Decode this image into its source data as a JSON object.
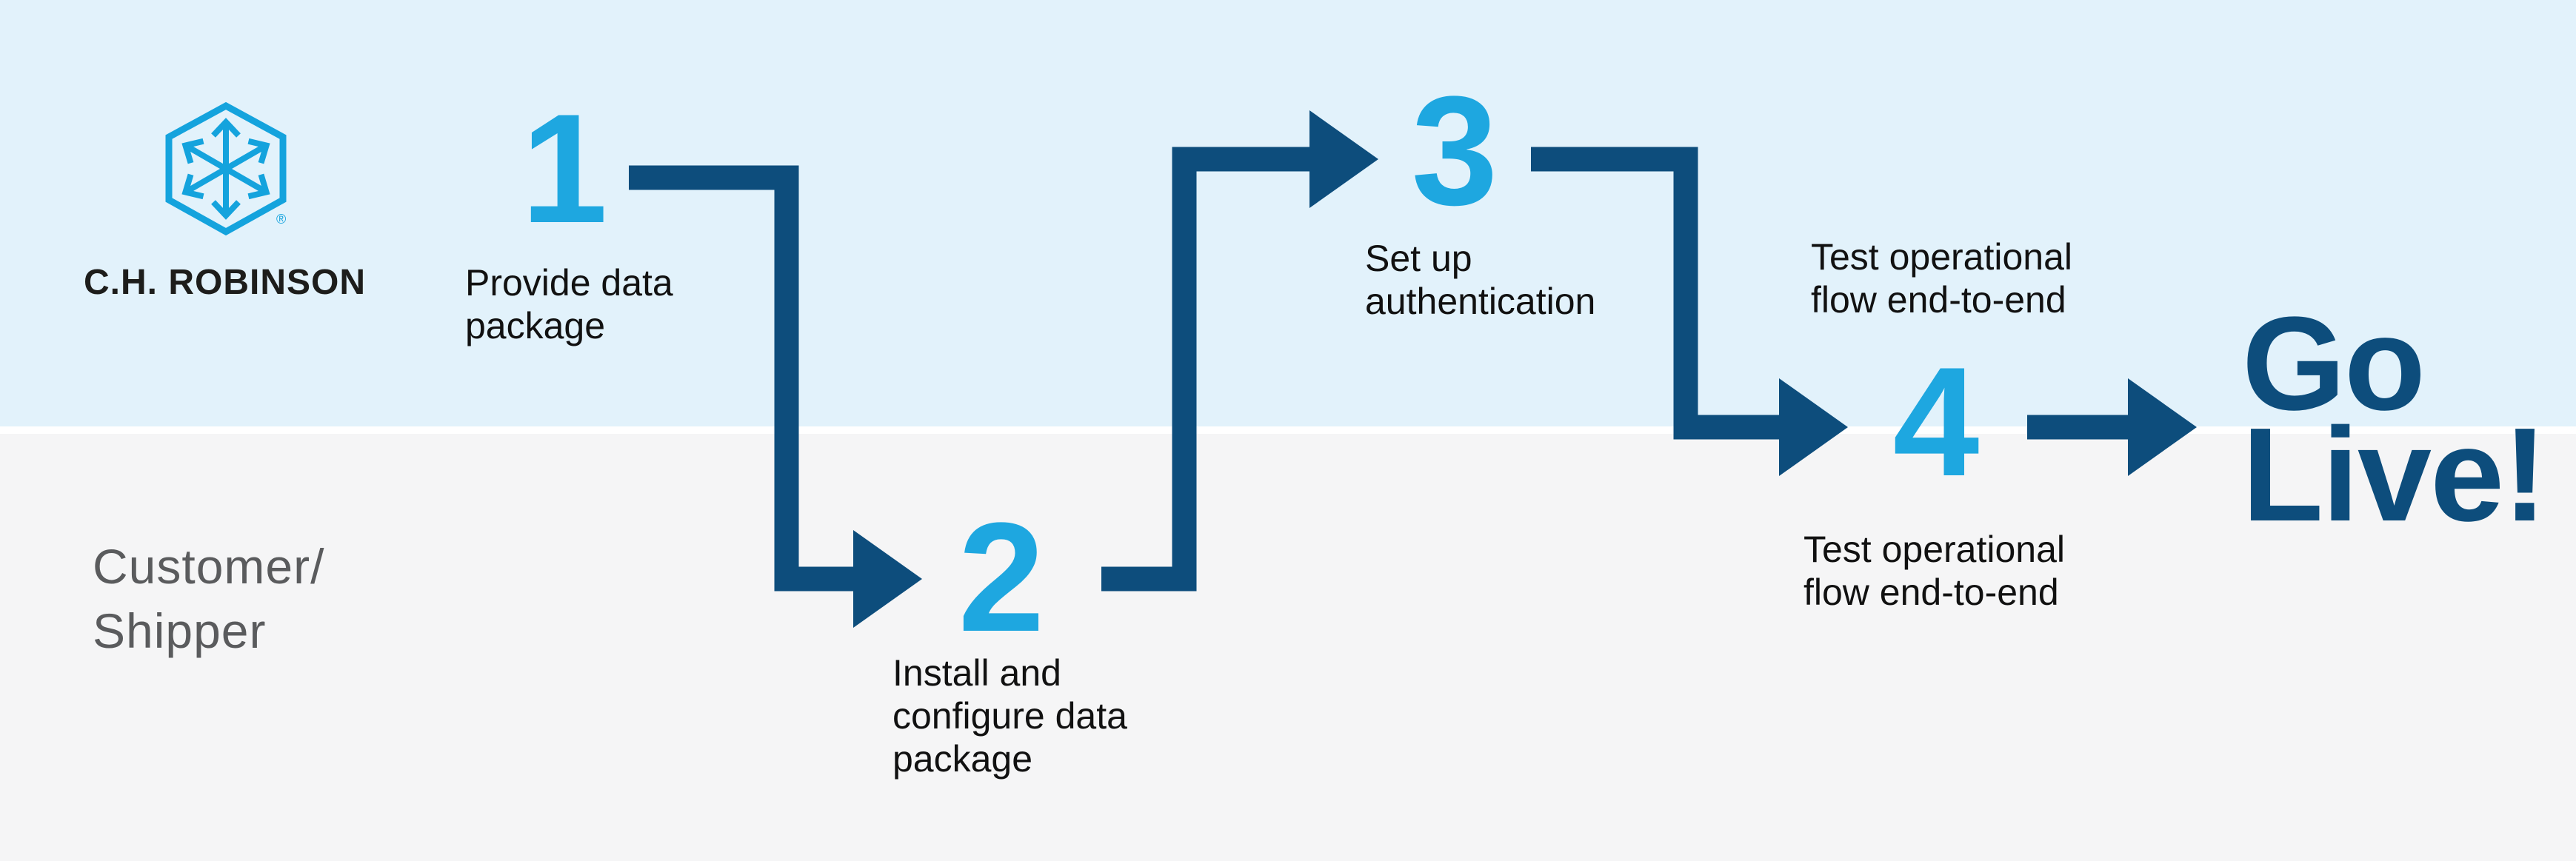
{
  "brand": {
    "wordmark": "C.H. ROBINSON",
    "registered_mark": "®",
    "logo_icon": "hexagon-with-outward-arrows"
  },
  "lanes": {
    "bottom": {
      "line1": "Customer/",
      "line2": "Shipper"
    }
  },
  "steps": [
    {
      "number": "1",
      "lines": [
        "Provide data",
        "package"
      ]
    },
    {
      "number": "2",
      "lines": [
        "Install and",
        "configure data",
        "package"
      ]
    },
    {
      "number": "3",
      "lines": [
        "Set up",
        "authentication"
      ]
    },
    {
      "number": "4",
      "lines_top": [
        "Test operational",
        "flow end-to-end"
      ],
      "lines_bottom": [
        "Test operational",
        "flow end-to-end"
      ]
    }
  ],
  "finish": {
    "line1": "Go",
    "line2": "Live!"
  },
  "colors": {
    "band-top": "#e2f2fb",
    "band-bottom": "#f5f5f6",
    "divider": "#ffffff",
    "navy": "#0d4d7c",
    "cyan": "#1ea7e0",
    "logo-blue": "#14a3dd",
    "text-dark": "#111111",
    "lane-gray": "#5a5b5d"
  }
}
